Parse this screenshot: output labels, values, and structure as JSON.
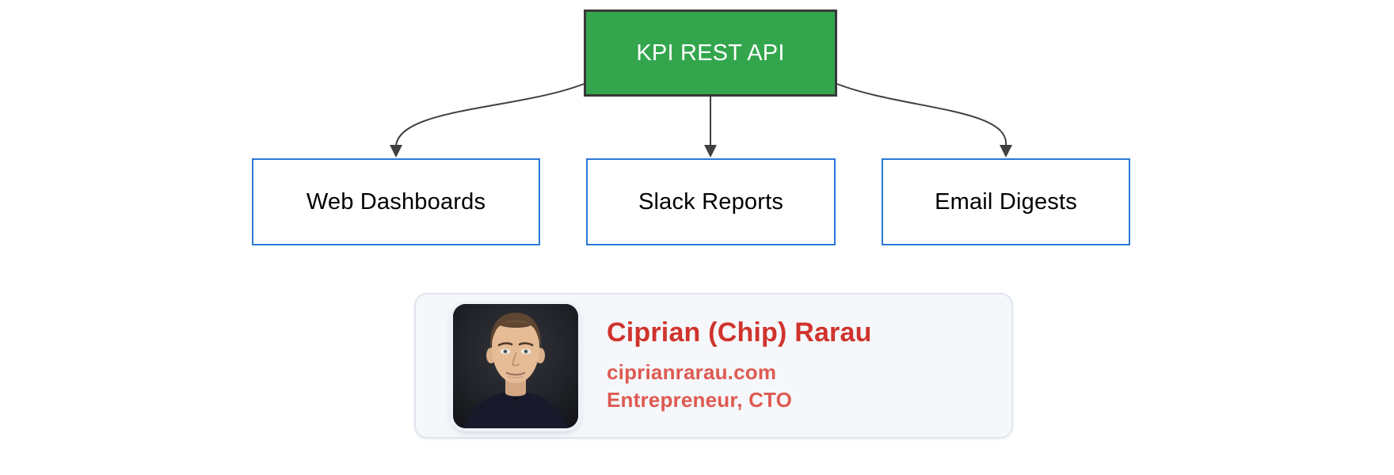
{
  "diagram": {
    "root": {
      "label": "KPI REST API"
    },
    "children": [
      {
        "label": "Web Dashboards"
      },
      {
        "label": "Slack Reports"
      },
      {
        "label": "Email Digests"
      }
    ],
    "connector_style": "curved-arrow-down"
  },
  "profile_card": {
    "name": "Ciprian (Chip) Rarau",
    "website": "ciprianrarau.com",
    "title": "Entrepreneur, CTO",
    "photo": "headshot-man-dark-background"
  },
  "colors": {
    "page_background": "#ffffff",
    "root_node_fill": "#33a64d",
    "root_node_border": "#383838",
    "root_node_text": "#ffffff",
    "child_node_fill": "#ffffff",
    "child_node_border": "#2d76d9",
    "child_node_text": "#000000",
    "connector": "#404040",
    "card_background": "#f5f7fa",
    "card_border": "#e0e6ee",
    "profile_name_red": "#d0332c",
    "profile_accent_red": "#de5a52"
  }
}
